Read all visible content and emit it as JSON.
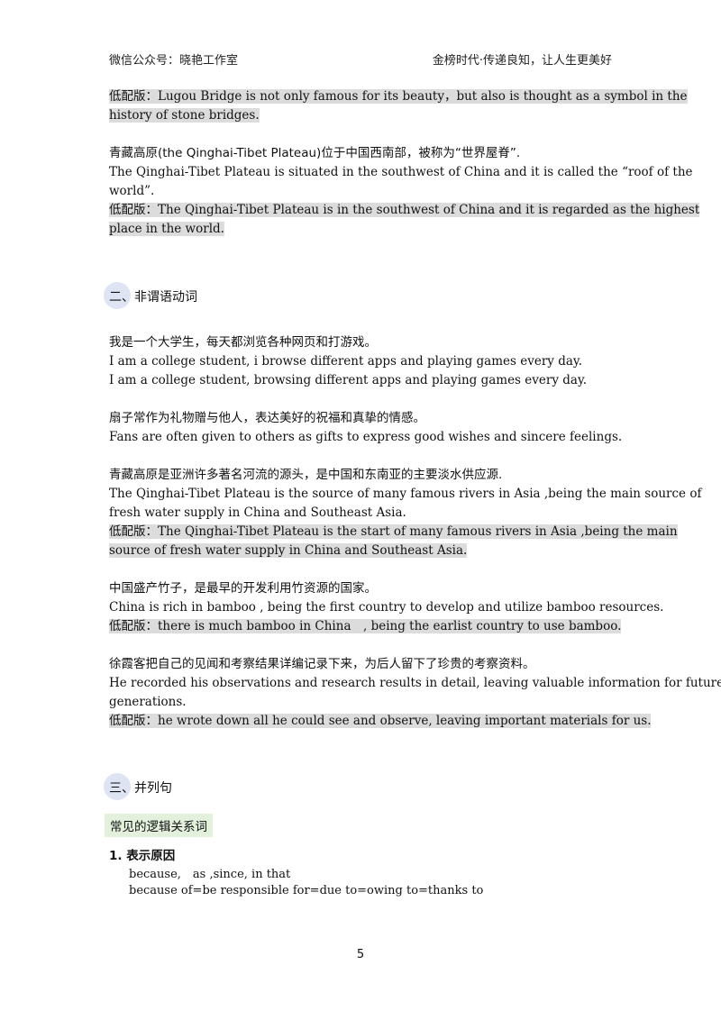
{
  "header": {
    "left": "微信公众号：晓艳工作室",
    "right": "金榜时代·传递良知，让人生更美好"
  },
  "block1": {
    "low1": "低配版：Lugou Bridge is not only famous for its beauty，but also is thought as a symbol in the",
    "low2": "history of stone bridges."
  },
  "block2": {
    "cn": "青藏高原(the Qinghai-Tibet Plateau)位于中国西南部，被称为“世界屋脊”.",
    "en1": "The Qinghai-Tibet Plateau is situated in the southwest of China and it is called the “roof of the",
    "en2": "world”.",
    "low1": "低配版：The Qinghai-Tibet Plateau is in the southwest of China and it is regarded as the highest",
    "low2": "place in the world."
  },
  "section2": {
    "title": "二、非谓语动词"
  },
  "ex1": {
    "cn": "我是一个大学生，每天都浏览各种网页和打游戏。",
    "en1": "I am a college student, i browse different apps and playing games every day.",
    "en2": "I am a college student, browsing different apps and playing games every day."
  },
  "ex2": {
    "cn": "扇子常作为礼物赠与他人，表达美好的祝福和真挚的情感。",
    "en": "Fans are often given to others as gifts to express good wishes and sincere feelings."
  },
  "ex3": {
    "cn": "青藏高原是亚洲许多著名河流的源头，是中国和东南亚的主要淡水供应源.",
    "en1": "The Qinghai-Tibet Plateau is the source of many famous rivers in Asia ,being the main source of",
    "en2": "fresh water supply in China and Southeast Asia.",
    "low1": "低配版：The Qinghai-Tibet Plateau is the start of many famous rivers in Asia ,being the main",
    "low2": "source of fresh water supply in China and Southeast Asia."
  },
  "ex4": {
    "cn": "中国盛产竹子，是最早的开发利用竹资源的国家。",
    "en": "China is rich in bamboo , being the first country to develop and utilize bamboo resources.",
    "low": "低配版：there is much bamboo in China　, being the earlist country to use bamboo."
  },
  "ex5": {
    "cn": "徐霞客把自己的见闻和考察结果详编记录下来，为后人留下了珍贵的考察资料。",
    "en1": "He recorded his observations and research results in detail, leaving valuable information for future",
    "en2": "generations.",
    "low": "低配版：he wrote down all he could see and observe, leaving important materials for us."
  },
  "section3": {
    "title": "三、并列句"
  },
  "tag": "常见的逻辑关系词",
  "item1": {
    "title": "1. 表示原因",
    "line1": "because,　as ,since, in that",
    "line2": "because of=be responsible for=due to=owing to=thanks to"
  },
  "page_number": "5"
}
